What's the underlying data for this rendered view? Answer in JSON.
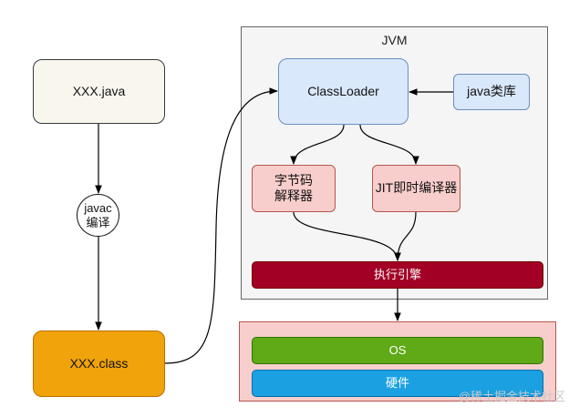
{
  "jvm": {
    "title": "JVM"
  },
  "nodes": {
    "source_file": "XXX.java",
    "compile_line1": "javac",
    "compile_line2": "编译",
    "class_file": "XXX.class",
    "class_loader": "ClassLoader",
    "java_library": "java类库",
    "interpreter_line1": "字节码",
    "interpreter_line2": "解释器",
    "jit_compiler": "JIT即时编译器",
    "execution_engine": "执行引擎",
    "os": "OS",
    "hardware": "硬件"
  },
  "watermark": "@稀土掘金技术社区",
  "colors": {
    "source_fill": "#f9f7ed",
    "class_fill": "#f0a30a",
    "loader_fill": "#dae8fc",
    "interpreter_fill": "#f8cecc",
    "engine_fill": "#a20025",
    "os_fill": "#60a917",
    "hardware_fill": "#1ba1e2",
    "platform_box_fill": "#f8cecc"
  }
}
